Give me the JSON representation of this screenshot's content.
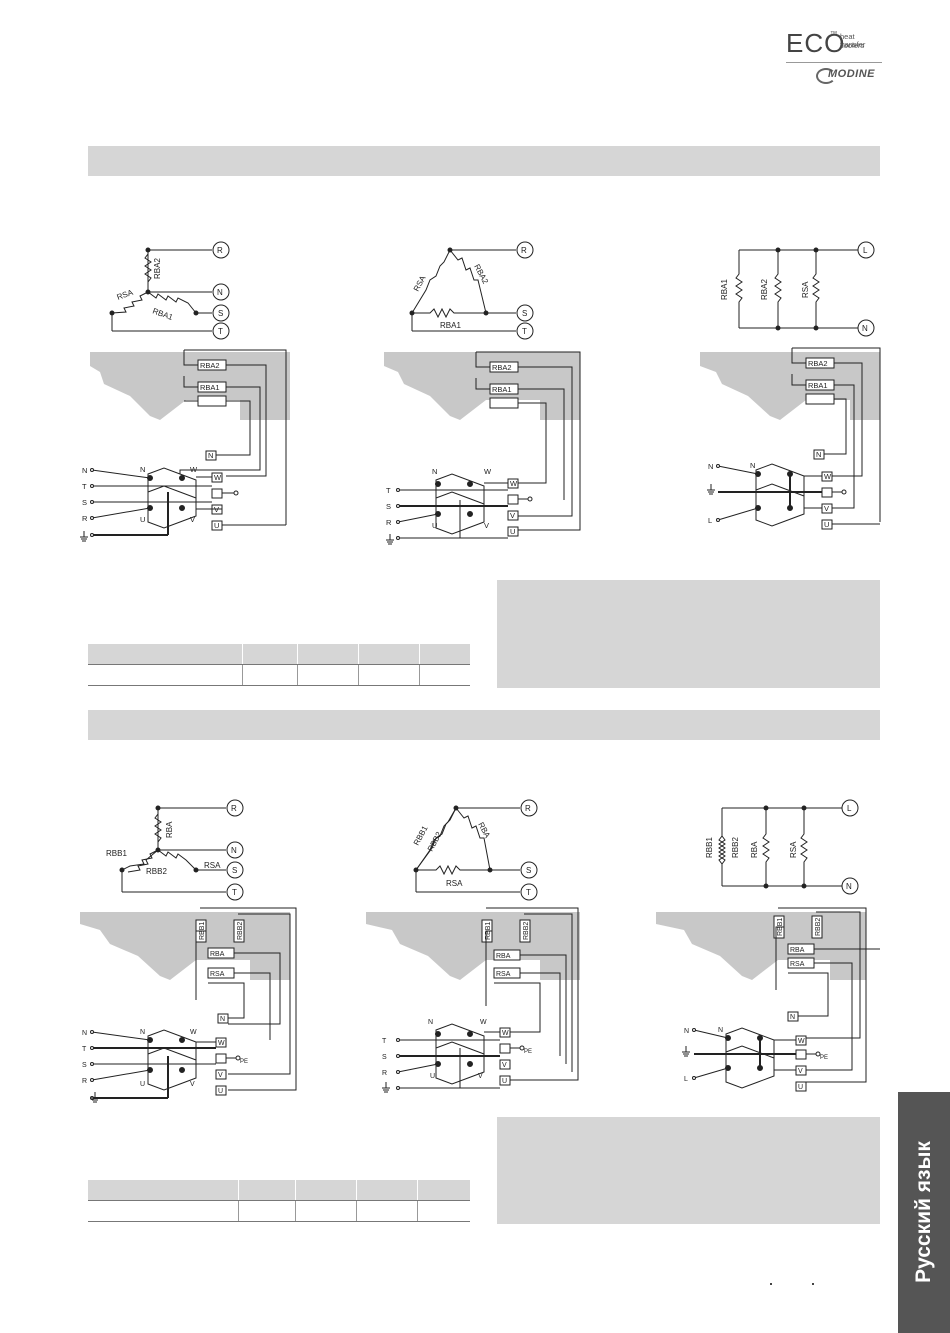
{
  "header": {
    "logo_eco": "ECO",
    "logo_tm": "™",
    "logo_line1": "heat transfer",
    "logo_line2": "coolers",
    "brand": "MODINE"
  },
  "sidebar_tab": {
    "label": "Русский язык"
  },
  "diagrams": {
    "set1": {
      "star": {
        "terminals": [
          "R",
          "N",
          "S",
          "T"
        ],
        "resistors": [
          "RBA2",
          "RSA",
          "RBA1"
        ]
      },
      "delta": {
        "terminals": [
          "R",
          "S",
          "T"
        ],
        "resistors": [
          "RSA",
          "RBA2",
          "RBA1"
        ]
      },
      "parallel": {
        "terminals": [
          "L",
          "N"
        ],
        "resistors": [
          "RBA1",
          "RBA2",
          "RSA"
        ]
      },
      "box_labels": [
        "RBA2",
        "RBA1"
      ],
      "wiring_3ph": [
        "N",
        "T",
        "S",
        "R"
      ],
      "wiring_3ph_delta": [
        "T",
        "S",
        "R"
      ],
      "wiring_1ph": [
        "N",
        "L"
      ],
      "block_labels": [
        "N",
        "W",
        "U",
        "V"
      ],
      "strip_labels": [
        "N",
        "W",
        "V",
        "U"
      ]
    },
    "set2": {
      "star": {
        "terminals": [
          "R",
          "N",
          "S",
          "T"
        ],
        "resistors": [
          "RBA",
          "RBB1",
          "RBB2",
          "RSA"
        ]
      },
      "delta": {
        "terminals": [
          "R",
          "S",
          "T"
        ],
        "resistors": [
          "RBB1",
          "RBB2",
          "RBA",
          "RSA"
        ]
      },
      "parallel": {
        "terminals": [
          "L",
          "N"
        ],
        "resistors": [
          "RBB1",
          "RBB2",
          "RSA",
          "RBA"
        ]
      },
      "box_labels": [
        "RBB1",
        "RBB2",
        "RBA",
        "RSA"
      ],
      "pe_label": "PE"
    }
  }
}
